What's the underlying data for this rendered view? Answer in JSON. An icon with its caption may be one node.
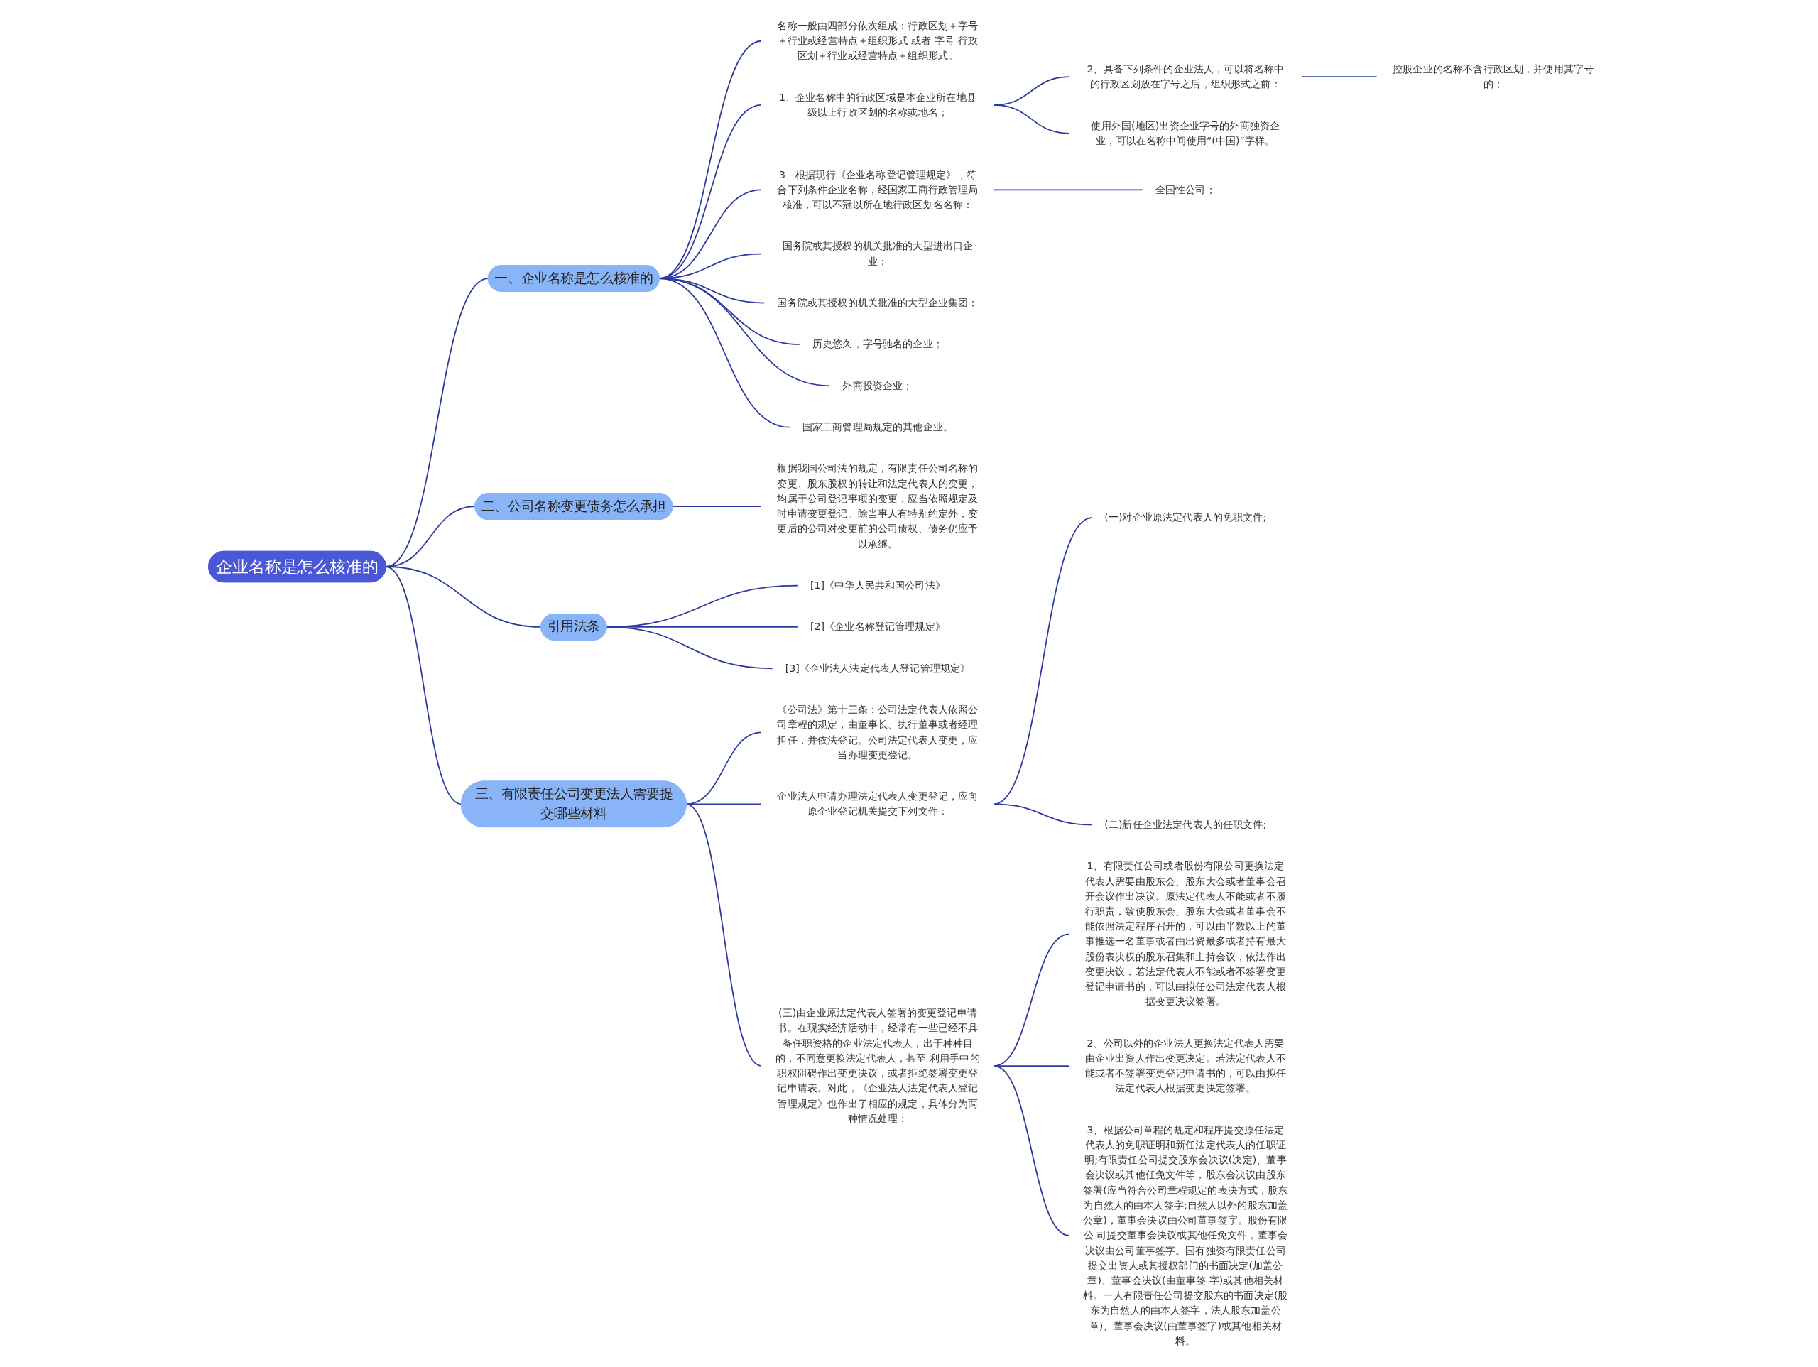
{
  "diagram": {
    "nodes": [
      {
        "text": [
          "企业名称是怎么核准的"
        ]
      },
      {
        "text": [
          "一、企业名称是怎么核准的"
        ]
      },
      {
        "text": [
          "名称一般由四部分依次组成：行政区划＋字号＋行业或经营特点＋组织形式 或者 字号 行政区划＋行业或经营特点＋组织形式。"
        ]
      },
      {
        "text": [
          "1、企业名称中的行政区域是本企业所在地县级以上行政区划的名称或地名；"
        ]
      },
      {
        "text": [
          "2、具备下列条件的企业法人，可以将名称中的行政区划放在字号之后，组织形式之前："
        ]
      },
      {
        "text": [
          "控股企业的名称不含行政区划，并使用其字号的；"
        ]
      },
      {
        "text": [
          "使用外国(地区)出资企业字号的外商独资企业，可以在名称中间使用“(中国)”字样。"
        ]
      },
      {
        "text": [
          "3、根据现行《企业名称登记管理规定》，符合下列条件企业名称，经国家工商行政管理局核准，可以不冠以所在地行政区划名名称："
        ]
      },
      {
        "text": [
          "全国性公司；"
        ]
      },
      {
        "text": [
          "国务院或其授权的机关批准的大型进出口企业；"
        ]
      },
      {
        "text": [
          "国务院或其授权的机关批准的大型企业集团；"
        ]
      },
      {
        "text": [
          "历史悠久，字号驰名的企业；"
        ]
      },
      {
        "text": [
          "外商投资企业；"
        ]
      },
      {
        "text": [
          "国家工商管理局规定的其他企业。"
        ]
      },
      {
        "text": [
          "二、公司名称变更债务怎么承担"
        ]
      },
      {
        "text": [
          "根据我国公司法的规定，有限责任公司名称的变更、股东股权的转让和法定代表人的变更，均属于公司登记事项的变更，应当依照规定及时申请变更登记。除当事人有特别约定外，变更后的公司对变更前的公司债权、债务仍应予以承继。"
        ]
      },
      {
        "text": [
          "引用法条"
        ]
      },
      {
        "text": [
          "[1]《中华人民共和国公司法》"
        ]
      },
      {
        "text": [
          "[2]《企业名称登记管理规定》"
        ]
      },
      {
        "text": [
          "[3]《企业法人法定代表人登记管理规定》"
        ]
      },
      {
        "text": [
          "三、有限责任公司变更法人需要提交哪些材料"
        ]
      },
      {
        "text": [
          "《公司法》第十三条：公司法定代表人依照公司章程的规定，由董事长、执行董事或者经理担任，并依法登记。公司法定代表人变更，应当办理变更登记。"
        ]
      },
      {
        "text": [
          "企业法人申请办理法定代表人变更登记，应向原企业登记机关提交下列文件："
        ]
      },
      {
        "text": [
          "(一)对企业原法定代表人的免职文件;"
        ]
      },
      {
        "text": [
          "(二)新任企业法定代表人的任职文件;"
        ]
      },
      {
        "text": [
          "(三)由企业原法定代表人签署的变更登记申请书。在现实经济活动中，经常有一些已经不具备任职资格的企业法定代表人，出于种种目的，不同意更换法定代表人，甚至 利用手中的职权阻碍作出变更决议，或者拒绝签署变更登记申请表。对此，《企业法人法定代表人登记管理规定》也作出了相应的规定，具体分为两种情况处理："
        ]
      },
      {
        "text": [
          "1、有限责任公司或者股份有限公司更换法定代表人需要由股东会、股东大会或者董事会召开会议作出决议。原法定代表人不能或者不履行职责，致使股东会、股东大会或者董事会不能依照法定程序召开的，可以由半数以上的董事推选一名董事或者由出资最多或者持有最大股份表决权的股东召集和主持会议，依法作出变更决议，若法定代表人不能或者不签署变更登记申请书的，可以由拟任公司法定代表人根据变更决议签署。"
        ]
      },
      {
        "text": [
          "2、公司以外的企业法人更换法定代表人需要由企业出资人作出变更决定。若法定代表人不能或者不签署变更登记申请书的，可以由拟任法定代表人根据变更决定签署。"
        ]
      },
      {
        "text": [
          "3、根据公司章程的规定和程序提交原任法定代表人的免职证明和新任法定代表人的任职证明;有限责任公司提交股东会决议(决定)、董事会决议或其他任免文件等，股东会决议由股东签署(应当符合公司章程规定的表决方式，股东为自然人的由本人签字;自然人以外的股东加盖公章)，董事会决议由公司董事签字。股份有限公 司提交董事会决议或其他任免文件，董事会决议由公司董事签字。国有独资有限责任公司提交出资人或其授权部门的书面决定(加盖公章)、董事会决议(由董事签 字)或其他相关材料。一人有限责任公司提交股东的书面决定(股东为自然人的由本人签字，法人股东加盖公章)、董事会决议(由董事签字)或其他相关材料。"
        ]
      }
    ],
    "edges": [
      {
        "from": 0,
        "to": 1,
        "arrow": "none"
      },
      {
        "from": 1,
        "to": 2,
        "arrow": "none"
      },
      {
        "from": 1,
        "to": 3,
        "arrow": "none"
      },
      {
        "from": 3,
        "to": 4,
        "arrow": "none"
      },
      {
        "from": 4,
        "to": 5,
        "arrow": "none"
      },
      {
        "from": 3,
        "to": 6,
        "arrow": "none"
      },
      {
        "from": 1,
        "to": 7,
        "arrow": "none"
      },
      {
        "from": 7,
        "to": 8,
        "arrow": "none"
      },
      {
        "from": 1,
        "to": 9,
        "arrow": "none"
      },
      {
        "from": 1,
        "to": 10,
        "arrow": "none"
      },
      {
        "from": 1,
        "to": 11,
        "arrow": "none"
      },
      {
        "from": 1,
        "to": 12,
        "arrow": "none"
      },
      {
        "from": 1,
        "to": 13,
        "arrow": "none"
      },
      {
        "from": 0,
        "to": 14,
        "arrow": "none"
      },
      {
        "from": 14,
        "to": 15,
        "arrow": "none"
      },
      {
        "from": 0,
        "to": 16,
        "arrow": "none"
      },
      {
        "from": 16,
        "to": 17,
        "arrow": "none"
      },
      {
        "from": 16,
        "to": 18,
        "arrow": "none"
      },
      {
        "from": 16,
        "to": 19,
        "arrow": "none"
      },
      {
        "from": 0,
        "to": 20,
        "arrow": "none"
      },
      {
        "from": 20,
        "to": 21,
        "arrow": "none"
      },
      {
        "from": 20,
        "to": 22,
        "arrow": "none"
      },
      {
        "from": 22,
        "to": 23,
        "arrow": "none"
      },
      {
        "from": 22,
        "to": 24,
        "arrow": "none"
      },
      {
        "from": 20,
        "to": 25,
        "arrow": "none"
      },
      {
        "from": 25,
        "to": 26,
        "arrow": "none"
      },
      {
        "from": 25,
        "to": 27,
        "arrow": "none"
      },
      {
        "from": 25,
        "to": 28,
        "arrow": "none"
      }
    ]
  }
}
